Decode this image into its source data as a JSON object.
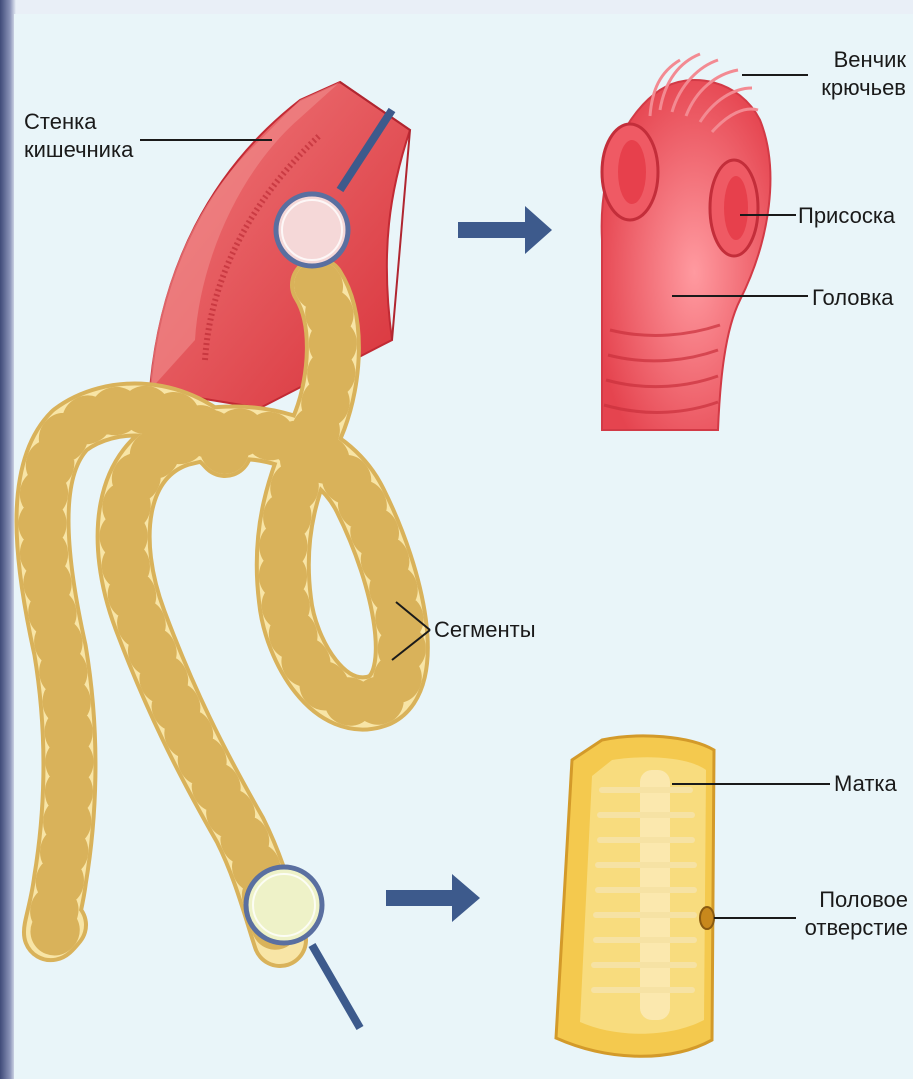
{
  "labels": {
    "intestine_wall": [
      "Стенка",
      "кишечника"
    ],
    "hook_crown": [
      "Венчик",
      "крючьев"
    ],
    "sucker": "Присоска",
    "head": "Головка",
    "segments": "Сегменты",
    "uterus": "Матка",
    "genital_pore": [
      "Половое",
      "отверстие"
    ]
  },
  "colors": {
    "background": "#e9f5f9",
    "intestine": "#e8454a",
    "head_pink": "#f0606a",
    "worm_body": "#f5e19c",
    "worm_outline": "#d9b864",
    "arrow": "#3d5a8c",
    "magnifier": "#3d5a8c",
    "segment_yellow": "#f2c94c"
  },
  "icons": [
    "right-arrow-icon",
    "magnifier-icon"
  ]
}
